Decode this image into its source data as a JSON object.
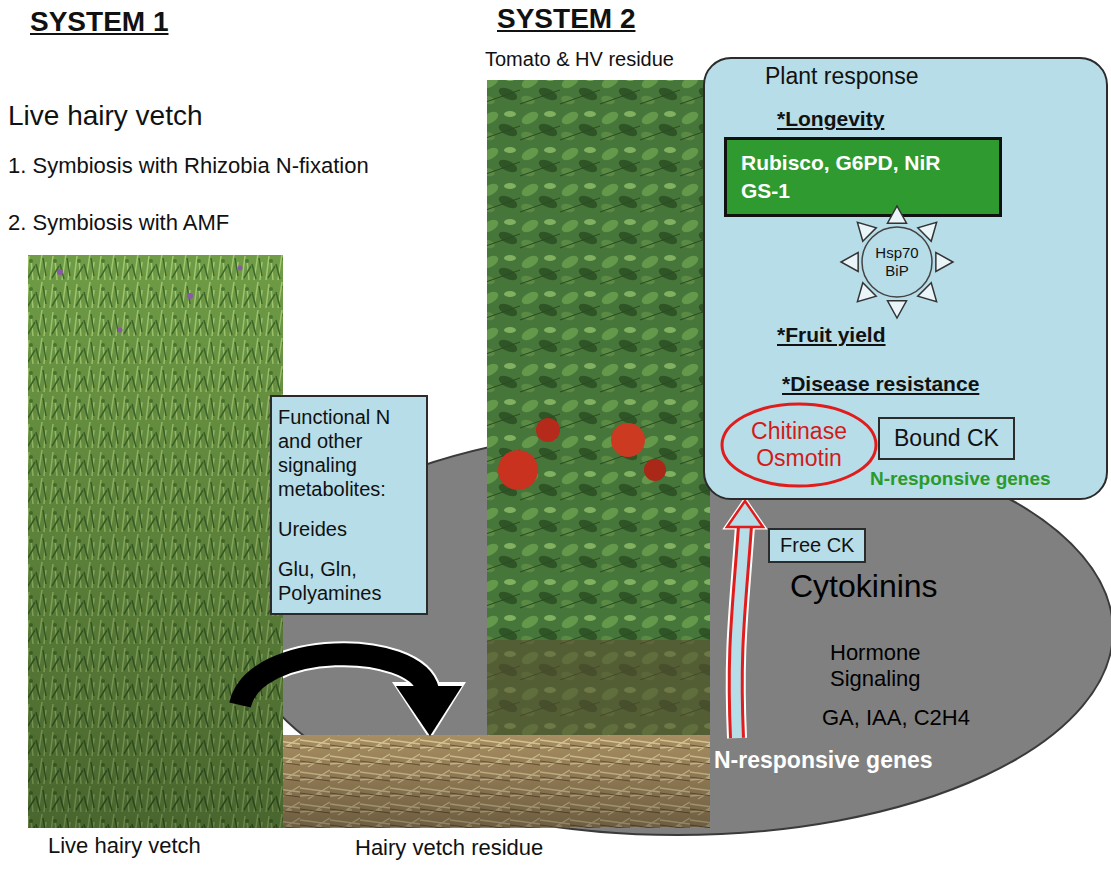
{
  "diagram": {
    "nodes": [
      {
        "text": [
          "Plant response",
          "*Longevity",
          "*Fruit yield",
          "*Disease resistance",
          "N-responsive genes"
        ]
      },
      {
        "text": [
          "Rubisco, G6PD, NiR GS-1"
        ],
        "in": 0
      },
      {
        "text": [
          "Hsp70 BiP"
        ],
        "in": 0
      },
      {
        "text": [
          "Chitinase Osmotin"
        ],
        "in": 0
      },
      {
        "text": [
          "Bound CK"
        ],
        "in": 0
      },
      {
        "text": [
          "Functional N and other signaling metabolites:",
          "Ureides",
          "Glu, Gln, Polyamines"
        ]
      },
      {
        "text": [
          "Free CK"
        ]
      },
      {
        "text": [
          "Cytokinins",
          "Hormone Signaling",
          "GA, IAA, C2H4",
          "N-responsive genes"
        ]
      }
    ],
    "edges": [
      {
        "from": 7,
        "to": 0,
        "arrow": "to"
      }
    ],
    "labels": [
      "SYSTEM 1",
      "SYSTEM 2",
      "Live hairy vetch",
      "1. Symbiosis with Rhizobia N-fixation",
      "2. Symbiosis with AMF",
      "Tomato & HV residue",
      "Live hairy vetch",
      "Hairy vetch residue"
    ]
  }
}
